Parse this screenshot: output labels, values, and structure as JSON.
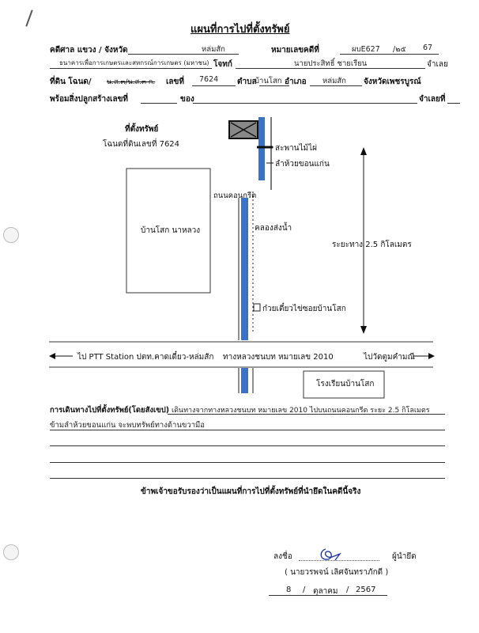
{
  "title": "แผนที่การไปที่ตั้งทรัพย์",
  "header": {
    "court_label": "คดีศาล แขวง / จังหวัด",
    "court_value": "หล่มสัก",
    "black_case_label": "หมายเลขคดีที่",
    "black_case_no": "ผบE627",
    "black_case_sep": "/๒๕",
    "black_case_year": "67",
    "plaintiff_value": "ธนาคารเพื่อการเกษตรและสหกรณ์การเกษตร (มหาชน)",
    "plaintiff_label": "โจทก์",
    "defendant_value": "นายประสิทธิ์ ชายเรียน",
    "defendant_label": "จำเลย",
    "land_label": "ที่ดิน โฉนด/",
    "land_type_struck": "น.ส.๓/น.ส.๓ ก.",
    "land_no_label": "เลขที่",
    "land_no": "7624",
    "subdistrict_label": "ตำบล",
    "subdistrict": "บ้านโสก",
    "district_label": "อำเภอ",
    "district": "หล่มสัก",
    "province": "จังหวัดเพชรบูรณ์",
    "building_label": "พร้อมสิ่งปลูกสร้างเลขที่",
    "of_label": "ของ",
    "defendant_no_label": "จำเลยที่"
  },
  "map": {
    "property_label": "ที่ตั้งทรัพย์",
    "deed_label": "โฉนดที่ดินเลขที่ 7624",
    "wood_bridge": "สะพานไม้ไผ่",
    "stream": "ลำห้วยขอนแก่น",
    "concrete_road": "ถนนคอนกรีต",
    "canal": "คลองส่งน้ำ",
    "village": "บ้านโสก นาหลวง",
    "distance": "ระยะทาง 2.5 กิโลเมตร",
    "noodle_shop": "ก๋วยเตี๋ยวไข่ซอยบ้านโสก",
    "left_dest": "ไป PTT Station ปตท.คาดเดี๋ยว-หล่มสัก",
    "highway": "ทางหลวงชนบท หมายเลข 2010",
    "right_dest": "ไปวัดตูมคำมณี",
    "school": "โรงเรียนบ้านโสก"
  },
  "directions": {
    "label": "การเดินทางไปที่ตั้งทรัพย์(โดยสังเขป)",
    "line1": "เดินทางจากทางหลวงชนบท หมายเลข 2010 ไปบนถนนคอนกรีต ระยะ 2.5 กิโลเมตร",
    "line2": "ข้ามลำห้วยขอนแก่น  จะพบทรัพย์ทางด้านขวามือ"
  },
  "certify": "ข้าพเจ้าขอรับรองว่าเป็นแผนที่การไปที่ตั้งทรัพย์ที่นำยึดในคดีนี้จริง",
  "signature": {
    "sign_label": "ลงชื่อ",
    "role": "ผู้นำยึด",
    "name": "( นายวรพจน์ เลิศจันทราภักดี )",
    "day": "8",
    "month": "ตุลาคม",
    "year": "2567"
  }
}
